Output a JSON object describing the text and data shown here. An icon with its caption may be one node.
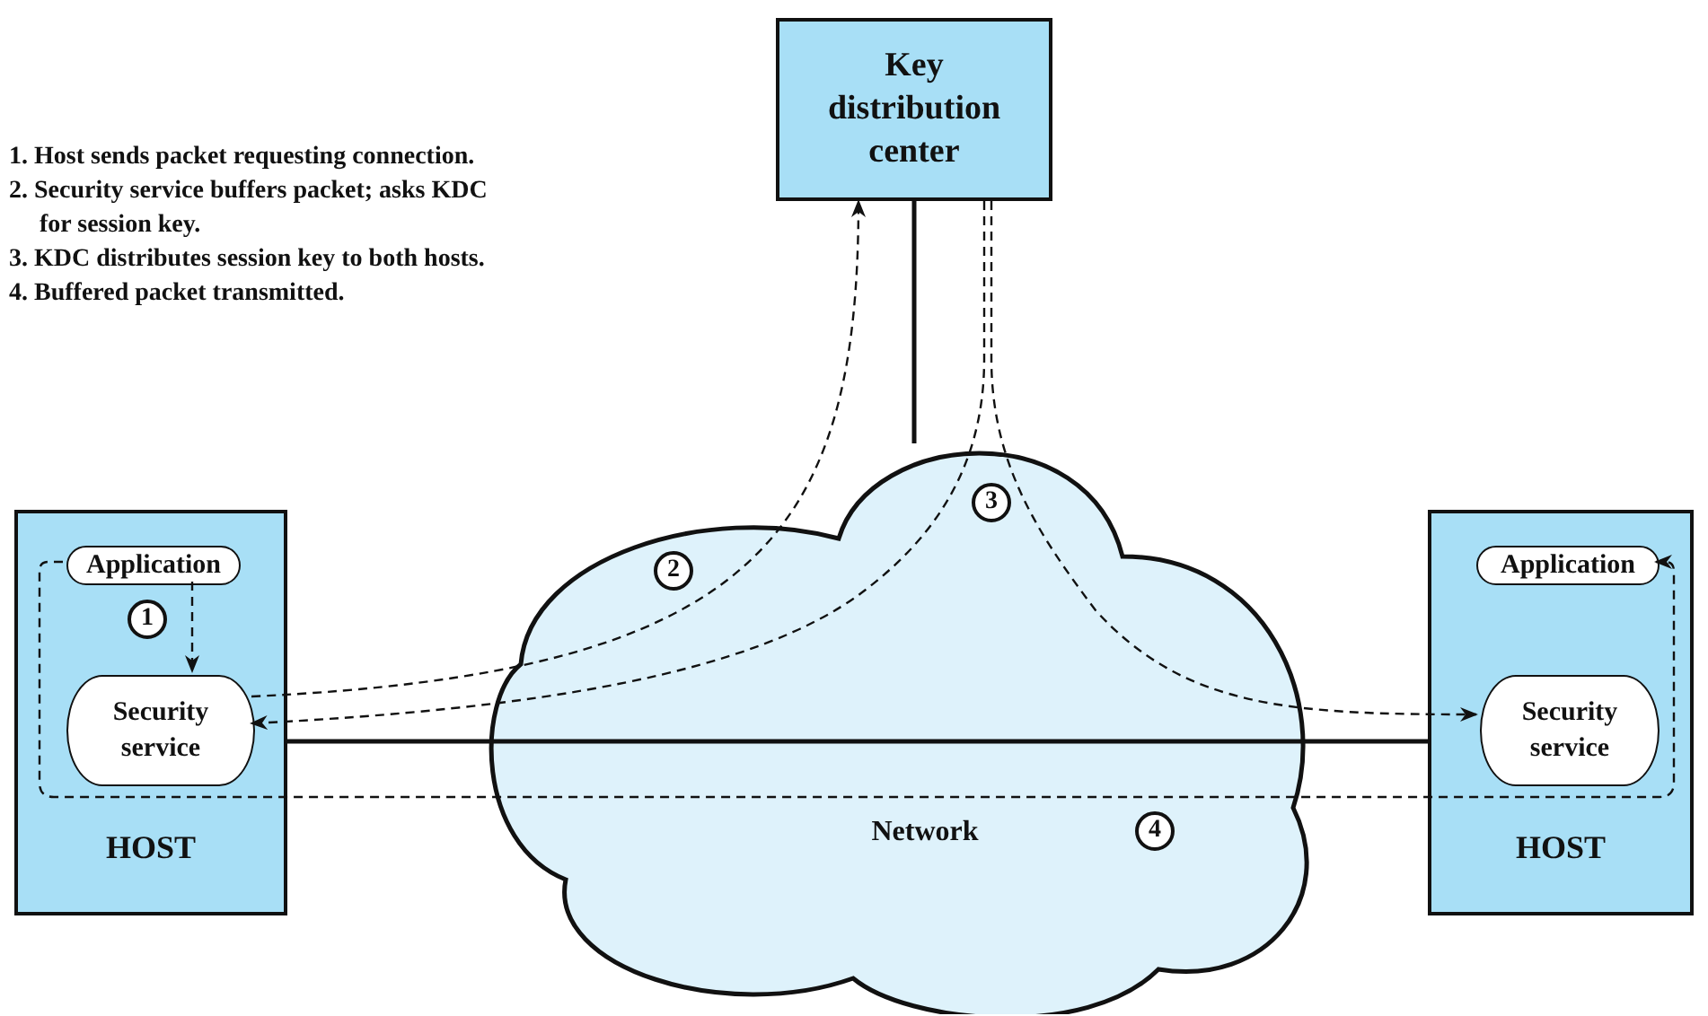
{
  "diagram": {
    "nodes": [
      {
        "text": [
          "Key distribution center"
        ]
      },
      {
        "text": [
          "HOST"
        ]
      },
      {
        "text": [
          "Application"
        ],
        "in": 1
      },
      {
        "text": [
          "1"
        ],
        "in": 1
      },
      {
        "text": [
          "Security service"
        ],
        "in": 1
      },
      {
        "text": [
          "Network"
        ]
      },
      {
        "text": [
          "2"
        ],
        "in": 5
      },
      {
        "text": [
          "3"
        ],
        "in": 5
      },
      {
        "text": [
          "4"
        ],
        "in": 5
      },
      {
        "text": [
          "HOST"
        ]
      },
      {
        "text": [
          "Application"
        ],
        "in": 9
      },
      {
        "text": [
          "Security service"
        ],
        "in": 9
      }
    ],
    "edges": [
      {
        "from": 2,
        "to": 4,
        "arrow": "to",
        "style": "dashed"
      },
      {
        "from": 4,
        "to": 0,
        "arrow": "to",
        "style": "dashed"
      },
      {
        "from": 0,
        "to": 4,
        "arrow": "to",
        "style": "dashed"
      },
      {
        "from": 0,
        "to": 11,
        "arrow": "to",
        "style": "dashed"
      },
      {
        "from": 2,
        "to": 10,
        "arrow": "to",
        "style": "dashed"
      },
      {
        "from": 1,
        "to": 9,
        "arrow": "none"
      },
      {
        "from": 0,
        "to": 5,
        "arrow": "none"
      }
    ],
    "labels": [
      "1. Host sends packet requesting connection.",
      "2. Security service buffers packet; asks KDC for session key.",
      "3. KDC distributes session key to both hosts.",
      "4. Buffered packet transmitted."
    ]
  }
}
